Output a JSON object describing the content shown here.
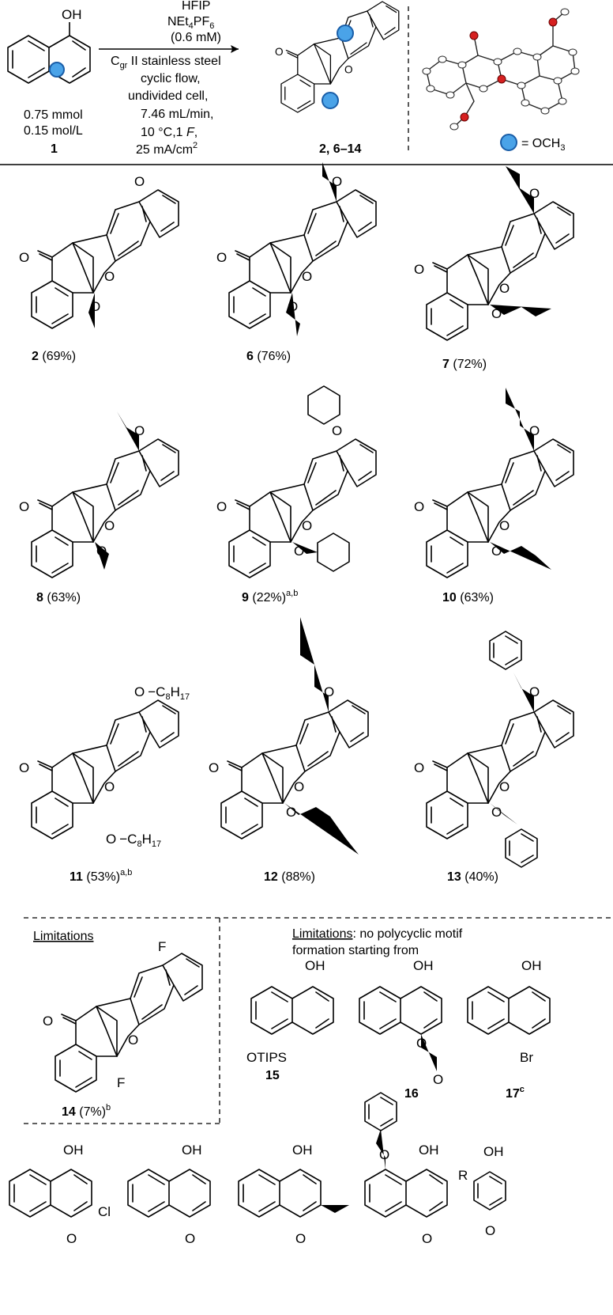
{
  "conditions": {
    "line1": "HFIP",
    "line2_main": "NEt",
    "line2_sub": "4",
    "line2_rest": "PF",
    "line2_sub2": "6",
    "line3": "(0.6 mM)",
    "line4_main": "C",
    "line4_sub": "gr",
    "line4_rest": " II stainless steel",
    "line5": "cyclic flow,",
    "line6": "undivided cell,",
    "line7": "7.46 mL/min,",
    "line8_a": "10 °C,1 ",
    "line8_b": "F",
    "line8_c": ",",
    "line9_main": "25 mA/cm",
    "line9_sup": "2"
  },
  "reactant": {
    "amount": "0.75 mmol",
    "conc": "0.15 mol/L",
    "label": "1"
  },
  "product_label": "2, 6–14",
  "legend": {
    "text_main": "= OCH",
    "text_sub": "3"
  },
  "compounds": [
    {
      "id": "2",
      "yield": "(69%)",
      "note": ""
    },
    {
      "id": "6",
      "yield": "(76%)",
      "note": ""
    },
    {
      "id": "7",
      "yield": "(72%)",
      "note": ""
    },
    {
      "id": "8",
      "yield": "(63%)",
      "note": ""
    },
    {
      "id": "9",
      "yield": "(22%)",
      "note": "a,b"
    },
    {
      "id": "10",
      "yield": "(63%)",
      "note": ""
    },
    {
      "id": "11",
      "yield": "(53%)",
      "note": "a,b"
    },
    {
      "id": "12",
      "yield": "(88%)",
      "note": ""
    },
    {
      "id": "13",
      "yield": "(40%)",
      "note": ""
    }
  ],
  "limitations_left": {
    "title": "Limitations",
    "compound_id": "14",
    "yield": "(7%)",
    "note": "b"
  },
  "limitations_right": {
    "title": "Limitations",
    "text1": ": no polycyclic motif",
    "text2": "formation starting from",
    "c15": "15",
    "c16": "16",
    "c17": "17",
    "c17_note": "c",
    "otips": "OTIPS",
    "br": "Br",
    "cl": "Cl",
    "r": "R"
  },
  "atoms": {
    "oh": "OH",
    "o": "O",
    "f": "F",
    "c8": "C",
    "c8sub": "8",
    "h17": "H",
    "h17sub": "17"
  }
}
